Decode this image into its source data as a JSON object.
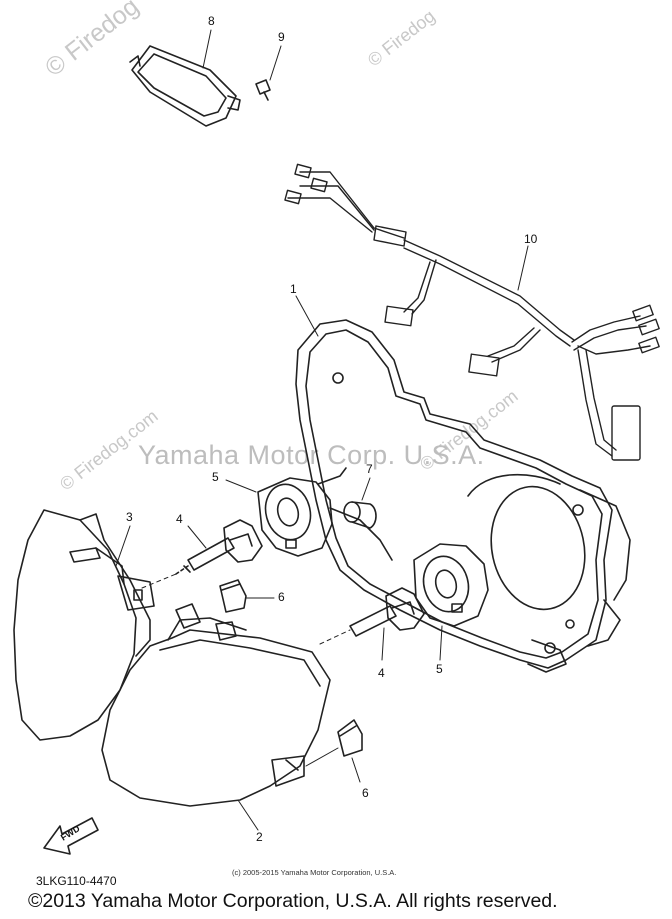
{
  "watermarks": {
    "corner": "© Firedog",
    "diag_top": "© Firedog",
    "diag_left": "© Firedog.com",
    "diag_mid": "© Firedog.com",
    "center": "Yamaha Motor Corp. U.S.A."
  },
  "callouts": [
    {
      "label": "8"
    },
    {
      "label": "9"
    },
    {
      "label": "10"
    },
    {
      "label": "1"
    },
    {
      "label": "7"
    },
    {
      "label": "5"
    },
    {
      "label": "3"
    },
    {
      "label": "4"
    },
    {
      "label": "6"
    },
    {
      "label": "4"
    },
    {
      "label": "5"
    },
    {
      "label": "6"
    },
    {
      "label": "2"
    }
  ],
  "fwd_label": "FWD",
  "small_copyright": "(c) 2005-2015 Yamaha Motor Corporation, U.S.A.",
  "part_code": "3LKG110-4470",
  "footer_copyright": "©2013 Yamaha Motor Corporation, U.S.A. All rights reserved."
}
